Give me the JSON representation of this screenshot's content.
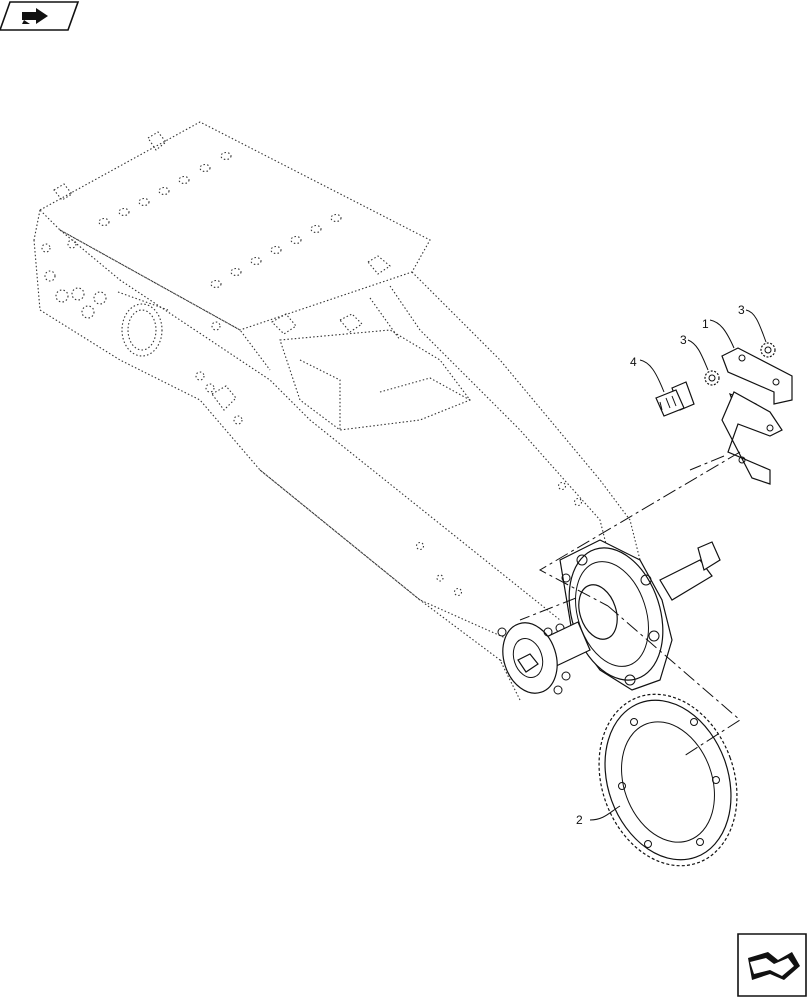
{
  "diagram": {
    "callouts": [
      {
        "id": "c1",
        "label": "1"
      },
      {
        "id": "c2",
        "label": "2"
      },
      {
        "id": "c3a",
        "label": "3"
      },
      {
        "id": "c3b",
        "label": "3"
      },
      {
        "id": "c4",
        "label": "4"
      }
    ],
    "nav": {
      "top_left_icon": "previous-page-icon",
      "bottom_right_icon": "next-page-icon"
    }
  }
}
